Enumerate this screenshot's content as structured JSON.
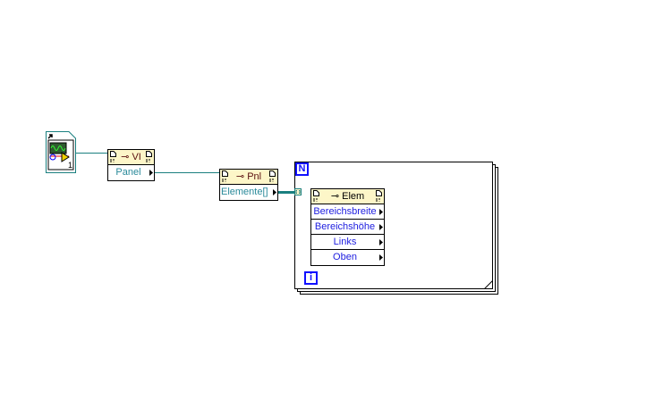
{
  "vi_icon": {
    "name": "vi-reference-icon",
    "badge": "1"
  },
  "node_vi": {
    "title": "VI",
    "property": "Panel"
  },
  "node_pnl": {
    "title": "Pnl",
    "property": "Elemente[]"
  },
  "loop": {
    "count_terminal": "N",
    "iteration_terminal": "i"
  },
  "node_elem": {
    "title": "Elem",
    "properties": [
      "Bereichsbreite",
      "Bereichshöhe",
      "Links",
      "Oben"
    ]
  },
  "colors": {
    "wire": "#1a7f7f",
    "loop_label": "#1010ff",
    "header": "#fdf6c8",
    "text_teal": "#2a8a9a",
    "text_blue": "#2020e0"
  }
}
